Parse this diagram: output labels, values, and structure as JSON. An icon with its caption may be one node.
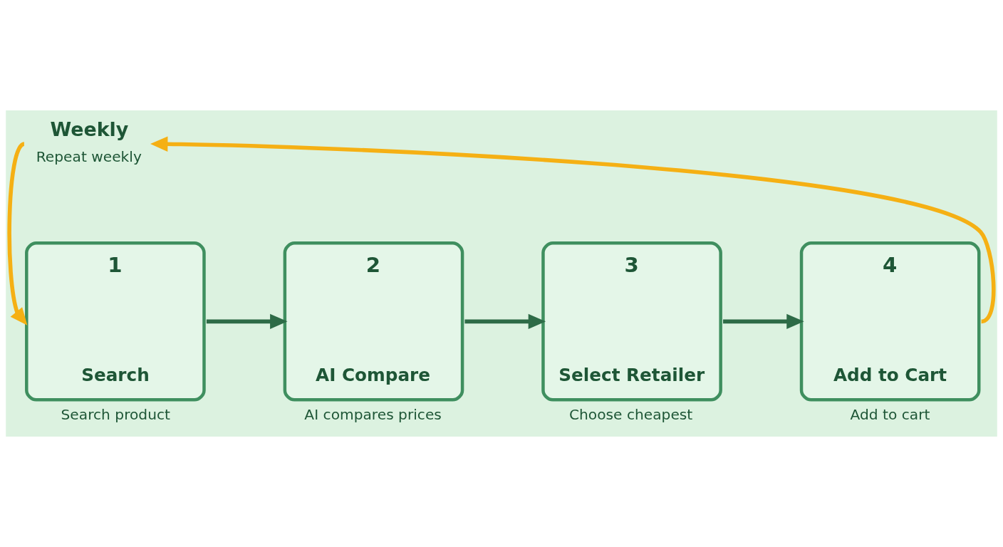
{
  "diagram": {
    "nodes": [
      {
        "text": [
          "Weekly",
          "Repeat weekly"
        ]
      },
      {
        "text": [
          "1",
          "Search"
        ],
        "beside": [
          "Search product"
        ]
      },
      {
        "text": [
          "2",
          "AI Compare"
        ],
        "beside": [
          "AI compares prices"
        ]
      },
      {
        "text": [
          "3",
          "Select Retailer"
        ],
        "beside": [
          "Choose cheapest"
        ]
      },
      {
        "text": [
          "4",
          "Add to Cart"
        ],
        "beside": [
          "Add to cart"
        ]
      }
    ],
    "edges": [
      {
        "from": 1,
        "to": 2,
        "arrow": "to"
      },
      {
        "from": 2,
        "to": 3,
        "arrow": "to"
      },
      {
        "from": 3,
        "to": 4,
        "arrow": "to"
      },
      {
        "from": 4,
        "to": 0,
        "arrow": "to",
        "color": "#f5b014"
      },
      {
        "from": 0,
        "to": 1,
        "arrow": "to",
        "color": "#f5b014"
      }
    ]
  }
}
